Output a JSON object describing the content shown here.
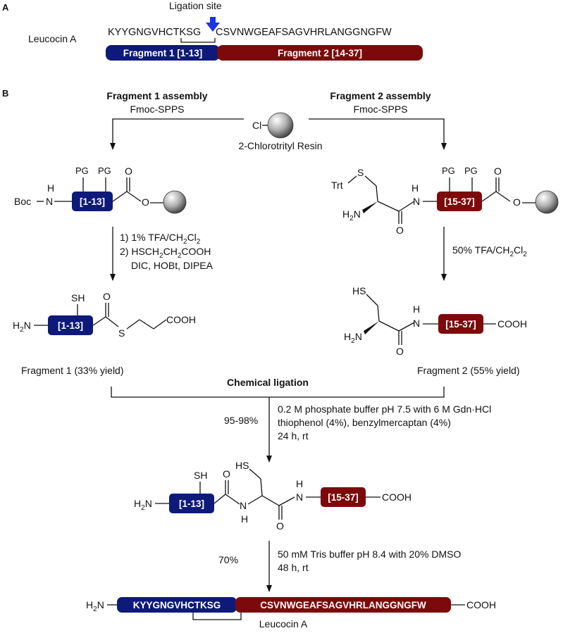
{
  "panel_a": {
    "label": "A",
    "ligation_site": "Ligation site",
    "sequence_part1": "KYYGNGVHCTKSG",
    "sequence_part2": "CSVNWGEAFSAGVHRLANGGNGFW",
    "peptide_name": "Leucocin A",
    "fragment1_label": "Fragment 1 [1-13]",
    "fragment2_label": "Fragment 2 [14-37]"
  },
  "panel_b": {
    "label": "B",
    "frag1_assembly": "Fragment 1 assembly",
    "frag2_assembly": "Fragment 2 assembly",
    "spps1": "Fmoc-SPPS",
    "spps2": "Fmoc-SPPS",
    "resin_cl": "Cl",
    "resin_name": "2-Chlorotrityl Resin",
    "boc": "Boc",
    "n": "N",
    "h": "H",
    "o": "O",
    "pg": "PG",
    "box_1_13": "[1-13]",
    "box_15_37": "[15-37]",
    "trt": "Trt",
    "s": "S",
    "sh": "SH",
    "hs": "HS",
    "nh2_h": "H",
    "nh2_sub": "2",
    "nh2_n": "N",
    "cooh": "COOH",
    "step1a": "1) 1% TFA/CH",
    "step1a_sub": "2",
    "step1a_cl": "Cl",
    "step1a_sub2": "2",
    "step1b": "2) HSCH",
    "step1b_sub": "2",
    "step1b_ch": "CH",
    "step1b_sub2": "2",
    "step1b_end": "COOH",
    "step1c": "DIC, HOBt, DIPEA",
    "step2": "50% TFA/CH",
    "step2_sub": "2",
    "step2_cl": "Cl",
    "step2_sub2": "2",
    "frag1_yield": "Fragment 1 (33% yield)",
    "frag2_yield": "Fragment 2 (55% yield)",
    "chem_ligation": "Chemical ligation",
    "lig_yield": "95-98%",
    "lig_cond1": "0.2 M phosphate buffer pH 7.5 with 6 M Gdn·HCl",
    "lig_cond2": "thiophenol (4%), benzylmercaptan (4%)",
    "lig_cond3": "24 h, rt",
    "fold_yield": "70%",
    "fold_cond1": "50 mM Tris buffer pH 8.4 with 20% DMSO",
    "fold_cond2": "48 h, rt",
    "final_seq1": "KYYGNGVHCTKSG",
    "final_seq2": "CSVNWGEAFSAGVHRLANGGNGFW",
    "final_name": "Leucocin A"
  },
  "colors": {
    "fragment1": "#0d1a7a",
    "fragment2": "#7d0a0a",
    "arrow_blue": "#1a33e6"
  }
}
